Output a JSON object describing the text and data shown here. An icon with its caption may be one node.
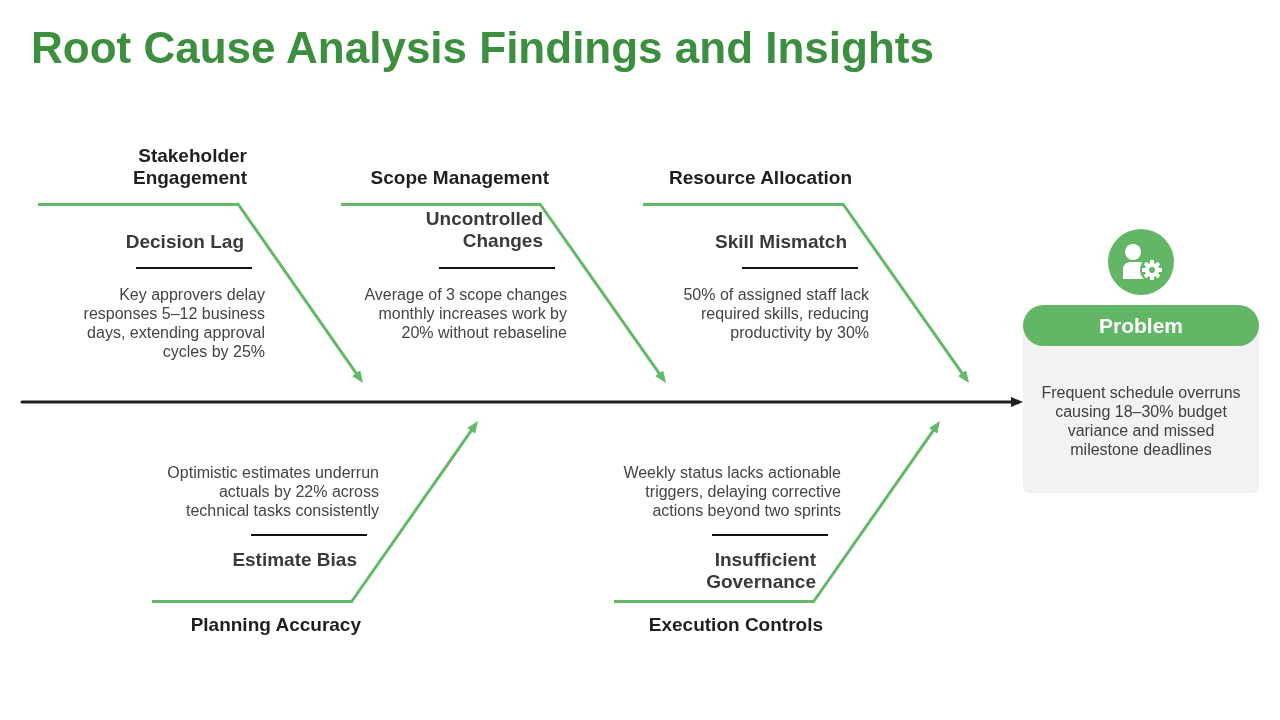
{
  "diagram": {
    "title": "Root Cause Analysis Findings and Insights",
    "nodes": [
      {
        "text": [
          "Stakeholder Engagement"
        ],
        "beside": [
          "Decision Lag",
          "Key approvers delay responses 5–12 business days, extending approval cycles by 25%"
        ]
      },
      {
        "text": [
          "Scope Management"
        ],
        "beside": [
          "Uncontrolled Changes",
          "Average of 3 scope changes monthly increases work by 20% without rebaseline"
        ]
      },
      {
        "text": [
          "Resource Allocation"
        ],
        "beside": [
          "Skill Mismatch",
          "50% of assigned staff lack required skills, reducing productivity by 30%"
        ]
      },
      {
        "text": [
          "Planning Accuracy"
        ],
        "beside": [
          "Estimate Bias",
          "Optimistic estimates underrun actuals by 22% across technical tasks consistently"
        ]
      },
      {
        "text": [
          "Execution Controls"
        ],
        "beside": [
          "Insufficient Governance",
          "Weekly status lacks actionable triggers, delaying corrective actions beyond two sprints"
        ]
      },
      {
        "text": [
          "Problem",
          "Frequent schedule overruns causing 18–30% budget variance and missed milestone deadlines"
        ]
      }
    ],
    "edges": [
      {
        "from": 0,
        "to": null,
        "arrow": "to"
      },
      {
        "from": 1,
        "to": null,
        "arrow": "to"
      },
      {
        "from": 2,
        "to": null,
        "arrow": "to"
      },
      {
        "from": 3,
        "to": null,
        "arrow": "to"
      },
      {
        "from": 4,
        "to": null,
        "arrow": "to"
      },
      {
        "from": null,
        "to": 5,
        "arrow": "to",
        "color": "#1f1f1f"
      }
    ]
  }
}
